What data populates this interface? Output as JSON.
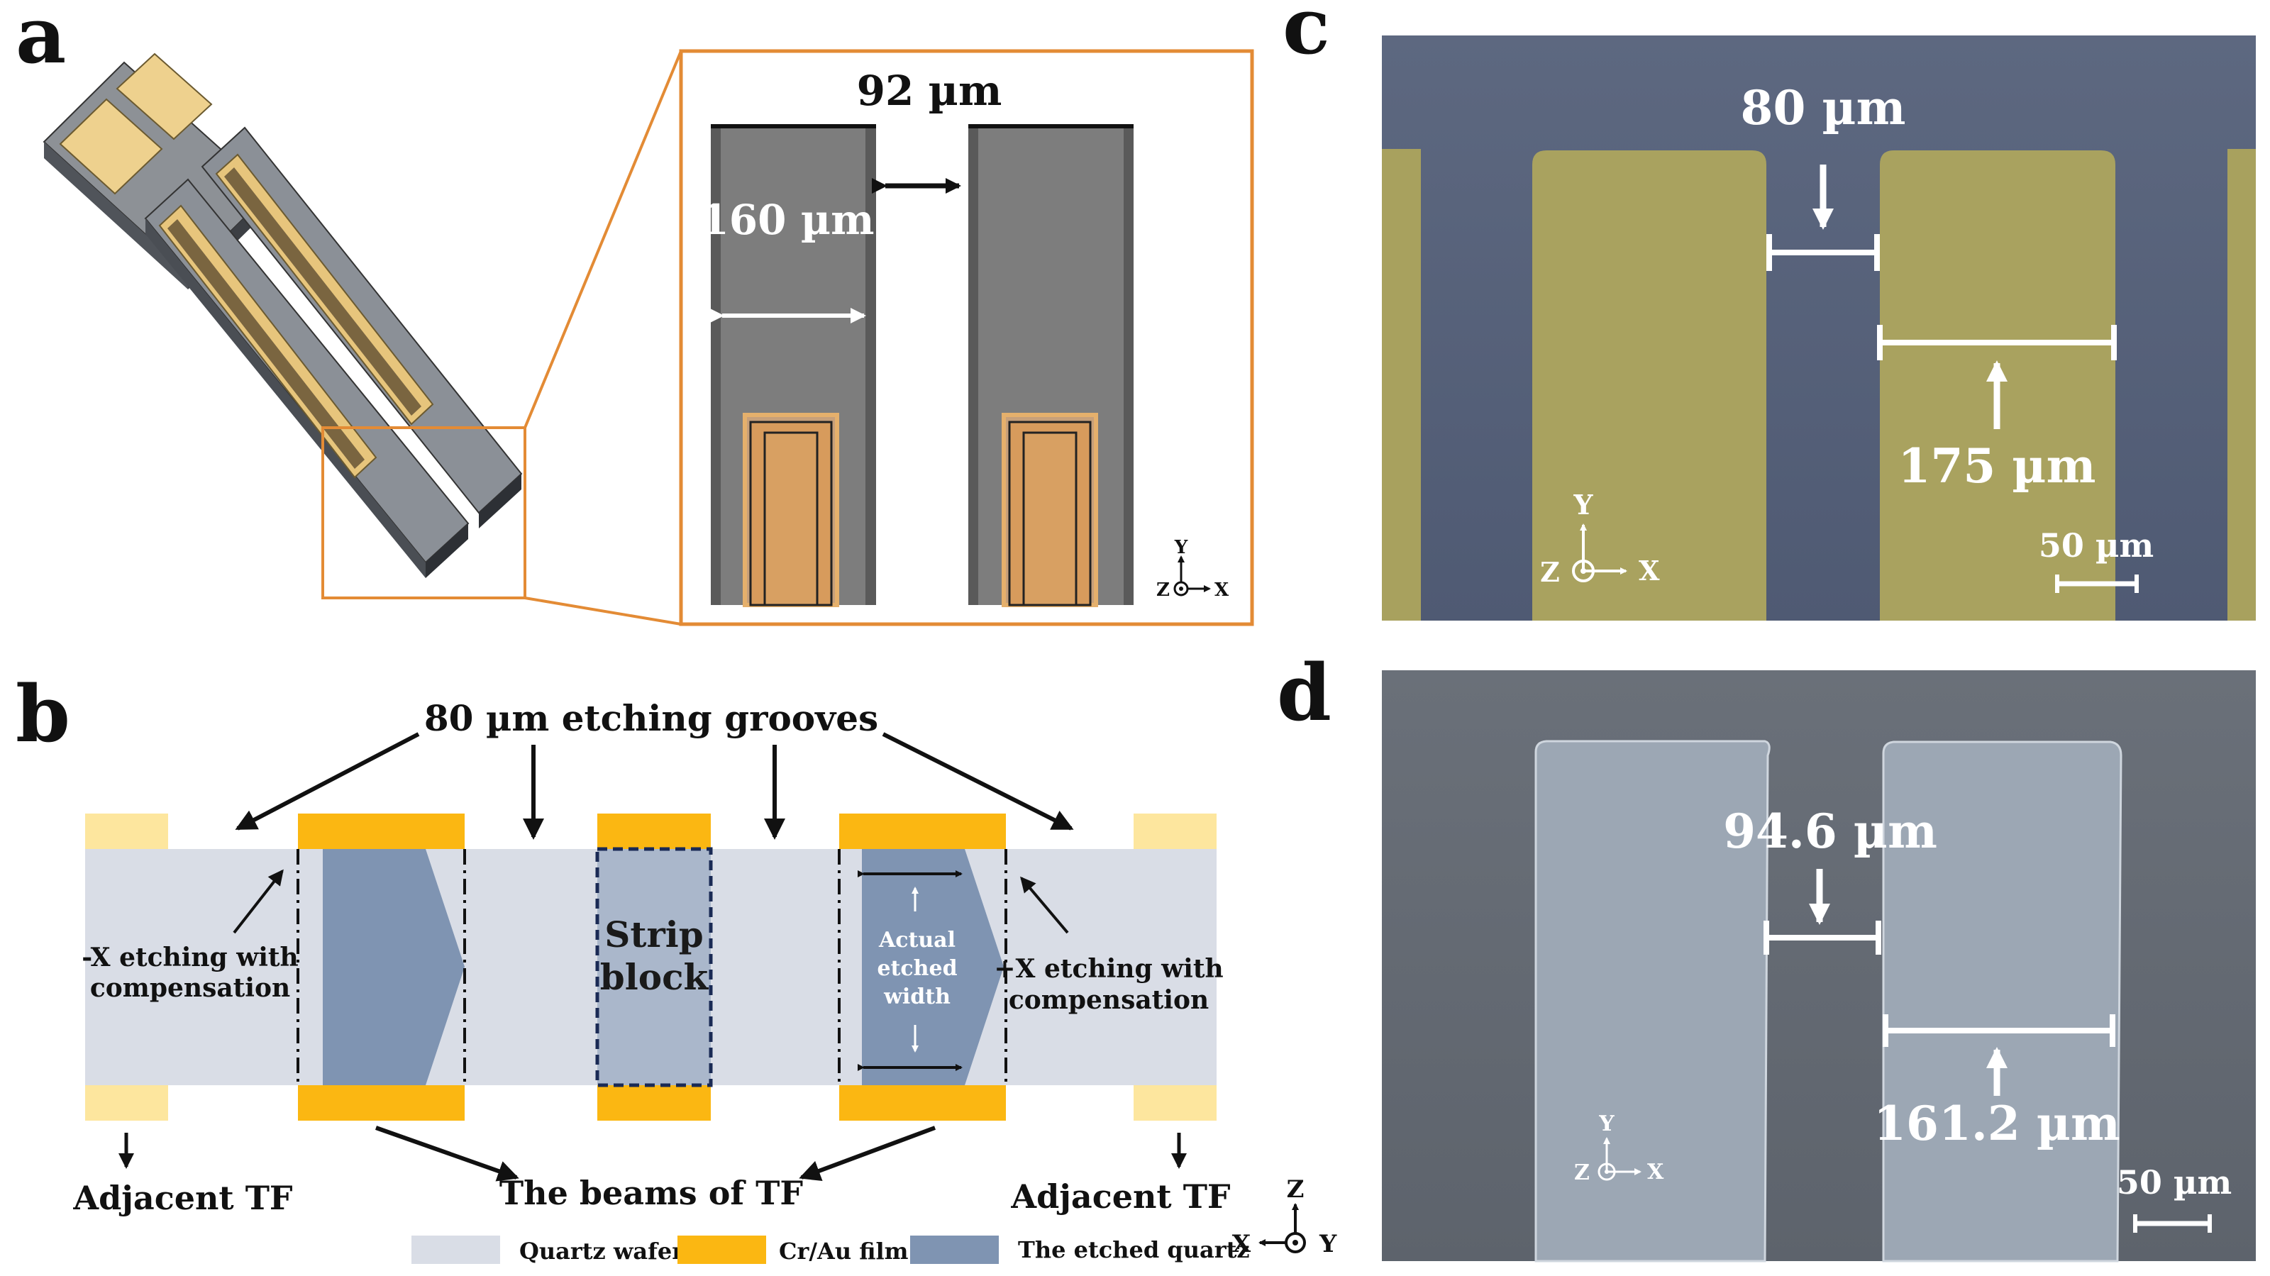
{
  "panels": {
    "a": {
      "label": "a",
      "gap_label": "92 µm",
      "beam_width_label": "160 µm",
      "axis": {
        "y": "Y",
        "z": "Z",
        "x": "X"
      }
    },
    "b": {
      "label": "b",
      "grooves_label": "80 µm etching grooves",
      "neg_x_label": [
        "-X etching with",
        "compensation"
      ],
      "pos_x_label": [
        "+X etching with",
        "compensation"
      ],
      "strip_label": [
        "Strip",
        "block"
      ],
      "actual_label": [
        "Actual",
        "etched",
        "width"
      ],
      "adjacent_left": "Adjacent TF",
      "adjacent_right": "Adjacent TF",
      "beams_label": "The beams of TF",
      "axis": {
        "z": "Z",
        "x": "X",
        "y": "Y"
      },
      "legend": [
        {
          "label": "Quartz wafer",
          "color": "#d9dde6"
        },
        {
          "label": "Cr/Au film",
          "color": "#fbb712"
        },
        {
          "label": "The etched quartz",
          "color": "#7f94b2"
        }
      ]
    },
    "c": {
      "label": "c",
      "gap_label": "80 µm",
      "width_label": "175 µm",
      "scale_label": "50 µm",
      "axis": {
        "y": "Y",
        "z": "Z",
        "x": "X"
      }
    },
    "d": {
      "label": "d",
      "gap_label": "94.6 µm",
      "width_label": "161.2 µm",
      "scale_label": "50 µm",
      "axis": {
        "y": "Y",
        "z": "Z",
        "x": "X"
      }
    }
  }
}
